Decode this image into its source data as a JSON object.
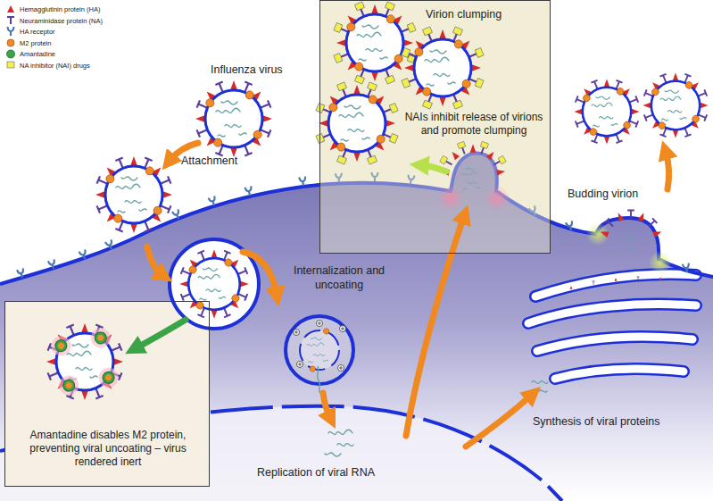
{
  "diagram": {
    "nodes": [
      {
        "text": [
          "Virion clumping",
          "NAIs inhibit release of virions and promote clumping"
        ]
      },
      {
        "text": [
          "Amantadine disables M2 protein, preventing viral uncoating – virus rendered inert"
        ]
      }
    ],
    "labels": [
      "Influenza virus",
      "Attachment",
      "Internalization and uncoating",
      "Replication of viral RNA",
      "Synthesis of viral proteins",
      "Budding virion"
    ],
    "legend": [
      {
        "text": "Hemagglutinin protein (HA)"
      },
      {
        "text": "Neuraminidase protein (NA)"
      },
      {
        "text": "HA receptor"
      },
      {
        "text": "M2 protein"
      },
      {
        "text": "Amantadine"
      },
      {
        "text": "NA inhibitor (NAI) drugs"
      }
    ]
  }
}
